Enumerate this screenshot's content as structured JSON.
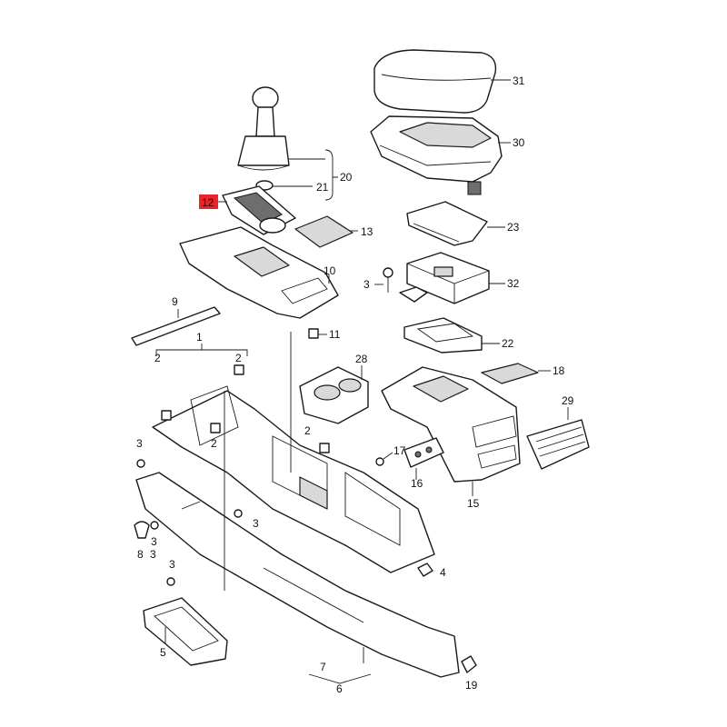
{
  "callouts": {
    "c1": "1",
    "c2a": "2",
    "c2b": "2",
    "c2c": "2",
    "c2d": "2",
    "c3a": "3",
    "c3b": "3",
    "c3c": "3",
    "c3d": "3",
    "c3e": "3",
    "c3f": "3",
    "c4": "4",
    "c5": "5",
    "c6": "6",
    "c7": "7",
    "c8": "8",
    "c9": "9",
    "c10": "10",
    "c11": "11",
    "c12": "12",
    "c13": "13",
    "c15": "15",
    "c16": "16",
    "c17": "17",
    "c18": "18",
    "c19": "19",
    "c20": "20",
    "c21": "21",
    "c22": "22",
    "c23": "23",
    "c28": "28",
    "c29": "29",
    "c30": "30",
    "c31": "31",
    "c32": "32"
  },
  "highlight": {
    "part_number": "12",
    "fill_color": "#e8232a"
  }
}
